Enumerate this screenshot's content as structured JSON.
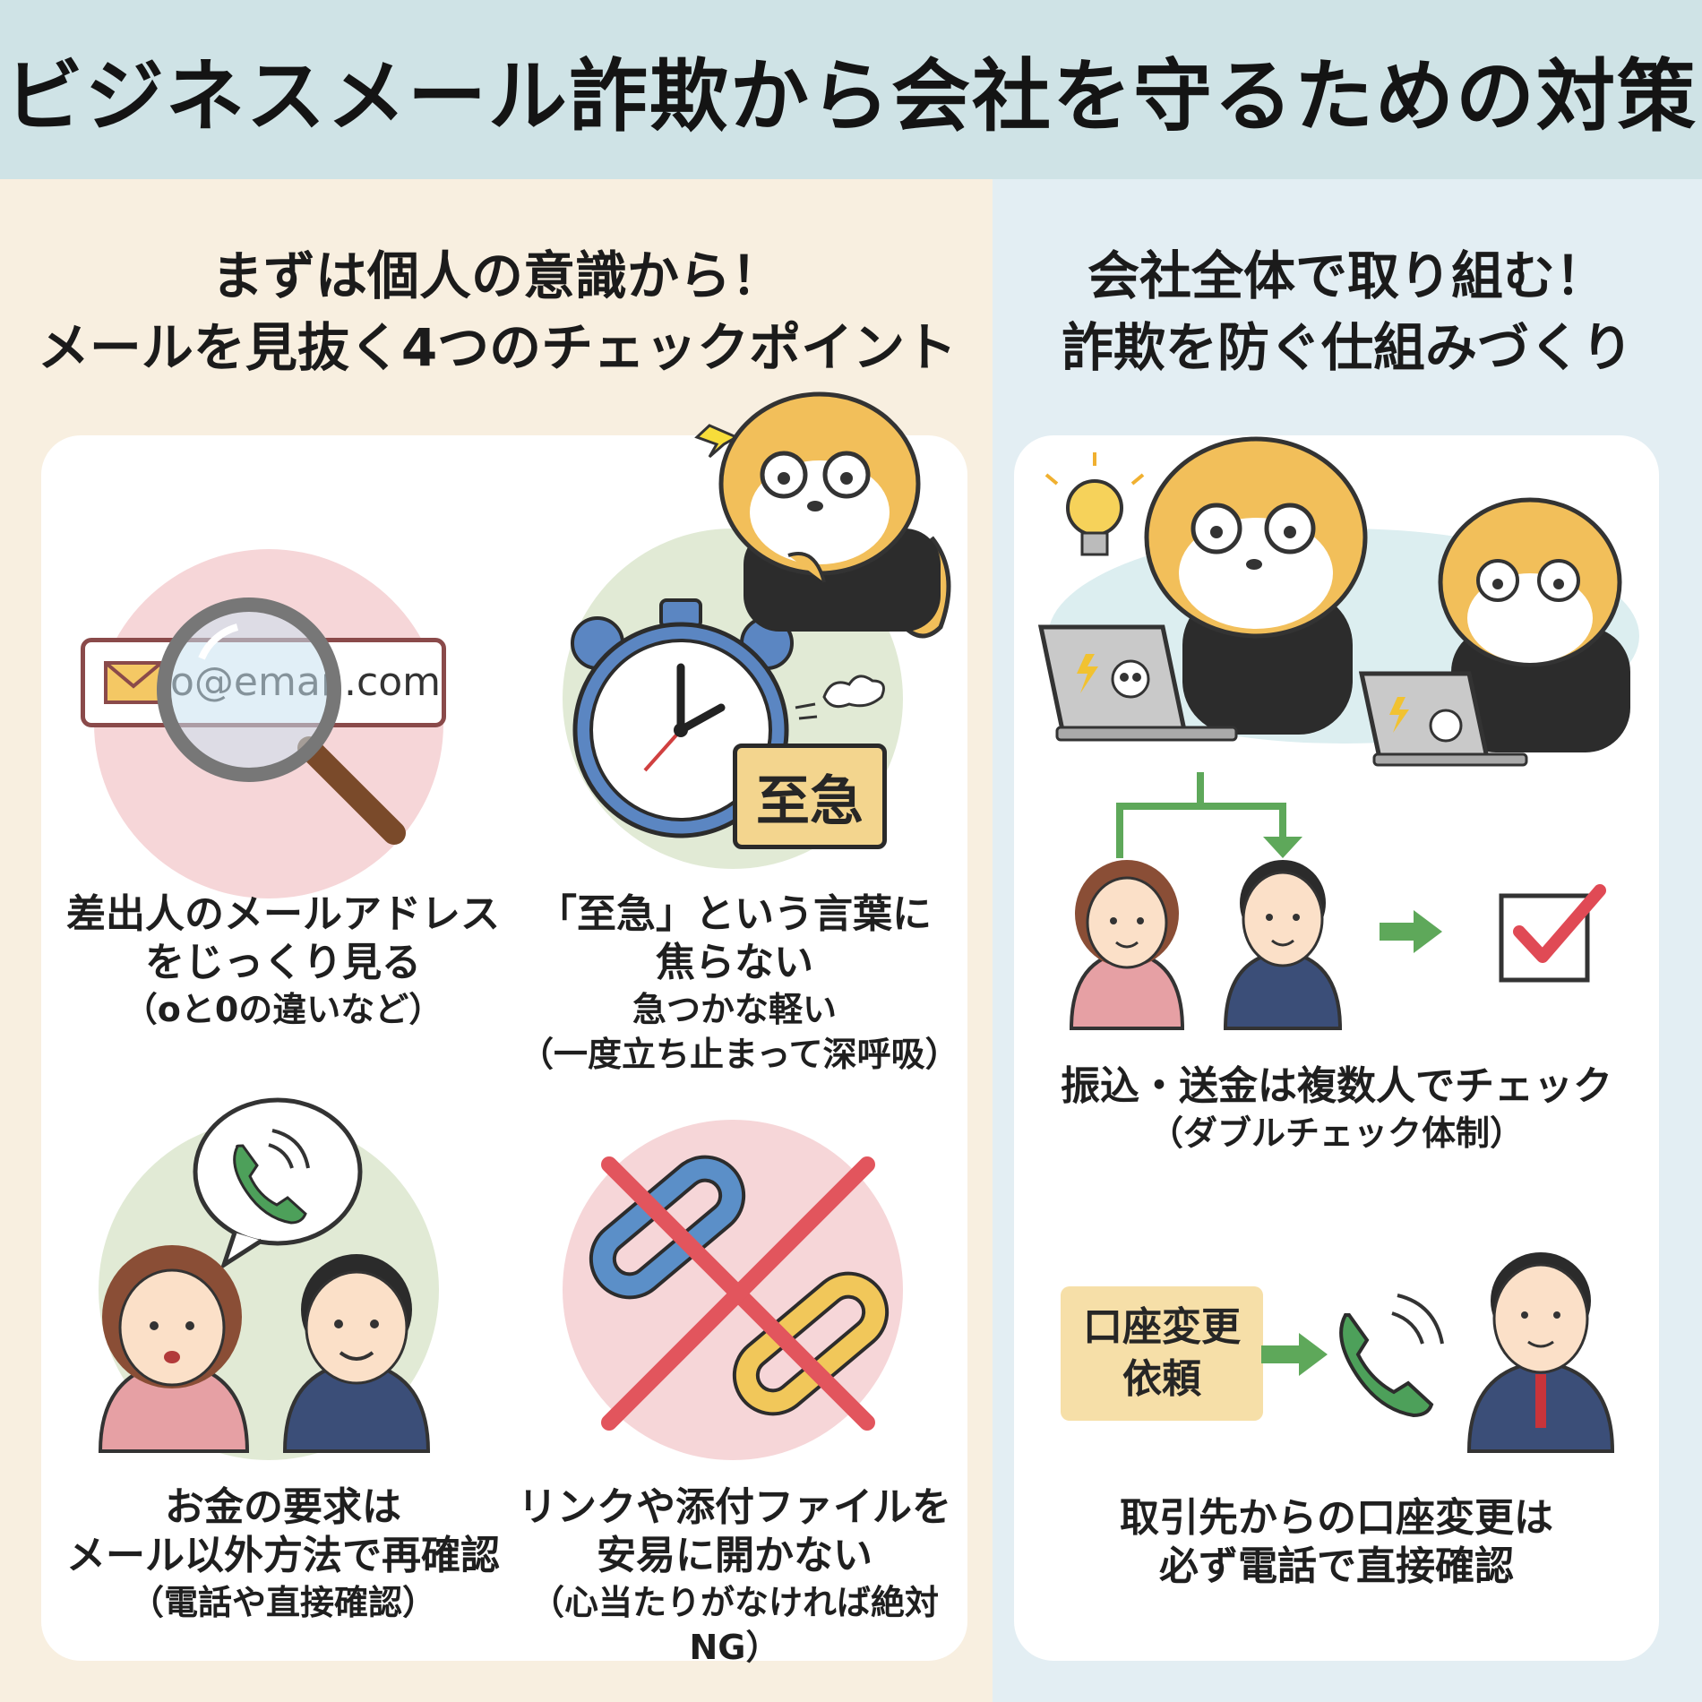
{
  "title": "ビジネスメール詐欺から会社を守るための対策",
  "left": {
    "heading_line1": "まずは個人の意識から！",
    "heading_line2": "メールを見抜く4つのチェックポイント",
    "items": [
      {
        "main1": "差出人のメールアドレス",
        "main2": "をじっくり見る",
        "sub1": "（oと0の違いなど）",
        "sub2": "",
        "address_text": "o@emai .com"
      },
      {
        "main1": "「至急」という言葉に",
        "main2": "焦らない",
        "sub1": "急つかな軽い",
        "sub2": "（一度立ち止まって深呼吸）",
        "badge": "至急"
      },
      {
        "main1": "お金の要求は",
        "main2": "メール以外方法で再確認",
        "sub1": "（電話や直接確認）",
        "sub2": ""
      },
      {
        "main1": "リンクや添付ファイルを",
        "main2": "安易に開かない",
        "sub1": "（心当たりがなければ絶対NG）",
        "sub2": ""
      }
    ]
  },
  "right": {
    "heading_line1": "会社全体で取り組む！",
    "heading_line2": "詐欺を防ぐ仕組みづくり",
    "item1_main": "振込・送金は複数人でチェック",
    "item1_sub": "（ダブルチェック体制）",
    "request_box_line1": "口座変更",
    "request_box_line2": "依頼",
    "item2_main1": "取引先からの口座変更は",
    "item2_main2": "必ず電話で直接確認"
  },
  "colors": {
    "header_bg": "#cfe3e6",
    "left_bg": "#f8efe0",
    "right_bg": "#e3eef3",
    "pink_circle": "#f6d6d8",
    "green_circle": "#e1ead5",
    "mascot": "#f2bf5a",
    "arrow_green": "#5ea85a",
    "check_red": "#e04a55",
    "cross_red": "#e2555d"
  },
  "icons": [
    "mail-icon",
    "magnifier-icon",
    "stopwatch-icon",
    "phone-icon",
    "paperclip-icon",
    "cross-icon",
    "lightbulb-icon",
    "skull-icon",
    "check-icon",
    "arrow-icon",
    "mascot-icon"
  ]
}
